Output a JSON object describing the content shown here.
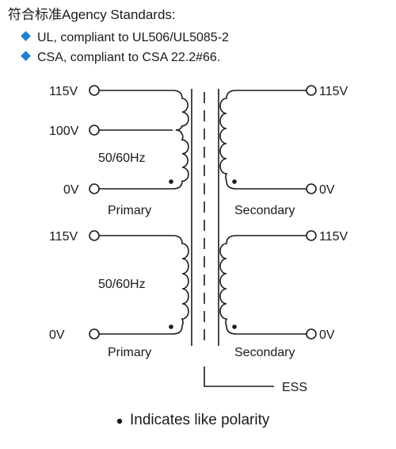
{
  "header": {
    "title": "符合标准Agency Standards:"
  },
  "standards": [
    {
      "text": "UL, compliant to UL506/UL5085-2",
      "marker_color": "#1f7fd0"
    },
    {
      "text": "CSA, compliant to CSA 22.2#66.",
      "marker_color": "#1f7fd0"
    }
  ],
  "diagram": {
    "upper_primary": {
      "terminals": [
        "115V",
        "100V",
        "0V"
      ],
      "frequency": "50/60Hz",
      "label": "Primary"
    },
    "upper_secondary": {
      "terminals": [
        "115V",
        "0V"
      ],
      "label": "Secondary"
    },
    "lower_primary": {
      "terminals": [
        "115V",
        "0V"
      ],
      "frequency": "50/60Hz",
      "label": "Primary"
    },
    "lower_secondary": {
      "terminals": [
        "115V",
        "0V"
      ],
      "label": "Secondary"
    },
    "shield_label": "ESS"
  },
  "legend": {
    "text": "Indicates like polarity"
  }
}
